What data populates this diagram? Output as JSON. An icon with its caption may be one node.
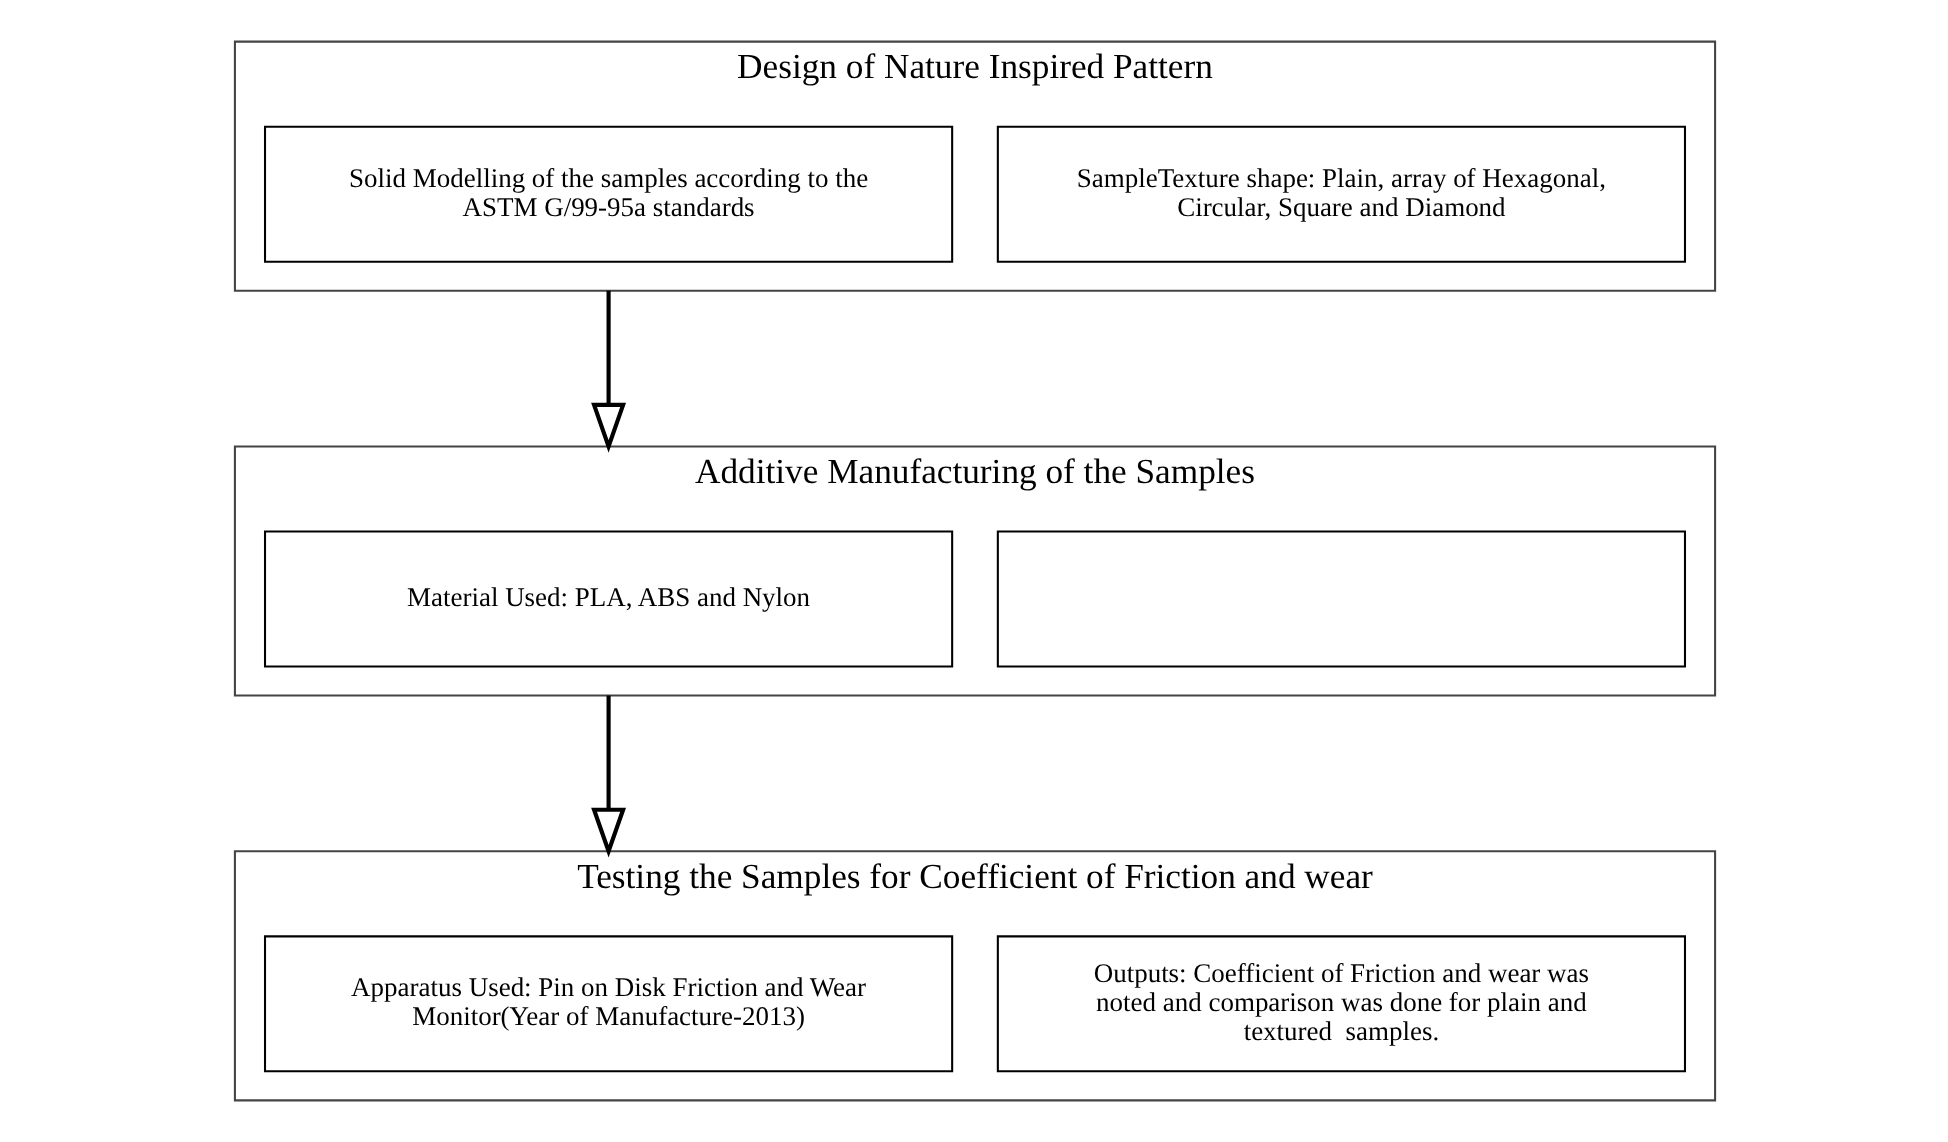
{
  "diagram": {
    "nodes": [
      {
        "text": [
          "Design of Nature Inspired Pattern"
        ]
      },
      {
        "text": [
          "Solid Modelling of the samples according to the ASTM G/99-95a standards"
        ],
        "in": 0
      },
      {
        "text": [
          "SampleTexture shape: Plain, array of Hexagonal, Circular, Square and Diamond"
        ],
        "in": 0
      },
      {
        "text": [
          "Additive Manufacturing of the Samples"
        ]
      },
      {
        "text": [
          "Material Used: PLA, ABS and Nylon"
        ],
        "in": 3
      },
      {
        "text": [],
        "shape": "box",
        "in": 3
      },
      {
        "text": [
          "Testing the Samples for Coefficient of Friction and wear"
        ]
      },
      {
        "text": [
          "Apparatus Used: Pin on Disk Friction and Wear Monitor(Year of Manufacture-2013)"
        ],
        "in": 6
      },
      {
        "text": [
          "Outputs: Coefficient of Friction and wear was noted and comparison was done for plain and textured  samples."
        ],
        "in": 6
      }
    ],
    "edges": [
      {
        "from": 0,
        "to": 3,
        "arrow": "to"
      },
      {
        "from": 3,
        "to": 6,
        "arrow": "to"
      }
    ]
  }
}
